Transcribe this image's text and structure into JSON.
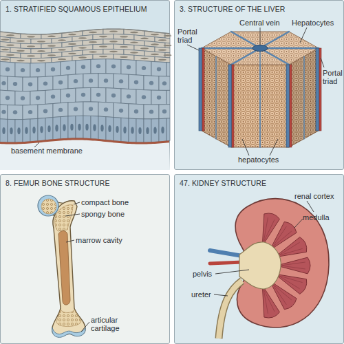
{
  "diagram": {
    "nodes": [
      {
        "text": [
          "1. STRATIFIED SQUAMOUS EPITHELIUM"
        ]
      },
      {
        "text": [
          "3. STRUCTURE OF THE LIVER"
        ]
      },
      {
        "text": [
          "8. FEMUR BONE STRUCTURE"
        ]
      },
      {
        "text": [
          "47. KIDNEY STRUCTURE"
        ]
      }
    ],
    "labels": [
      "basement membrane",
      "Central vein",
      "Hepatocytes",
      "Portal triad",
      "Portal triad",
      "hepatocytes",
      "compact bone",
      "spongy bone",
      "marrow cavity",
      "articular cartilage",
      "renal cortex",
      "medulla",
      "pelvis",
      "ureter"
    ]
  }
}
